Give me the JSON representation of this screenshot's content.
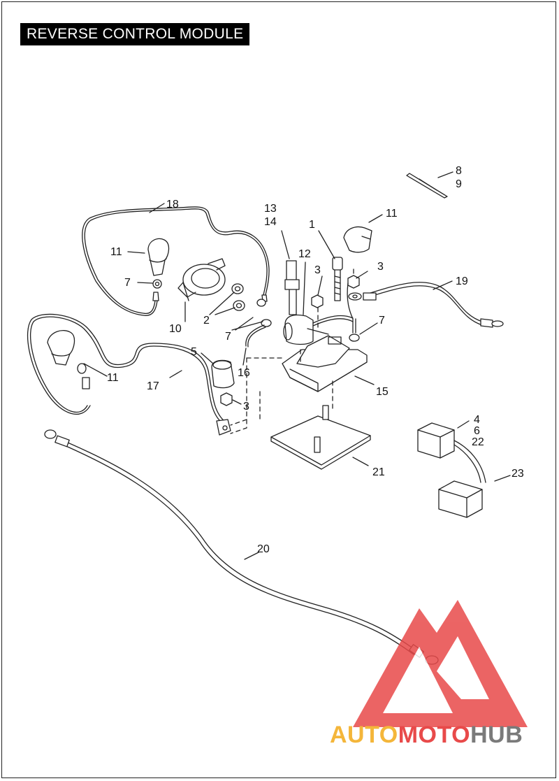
{
  "title": "REVERSE CONTROL MODULE",
  "watermark": {
    "part1": "AUTO",
    "part2": "MOTO",
    "part3": "HUB"
  },
  "labels": {
    "l1": "1",
    "l2": "2",
    "l3a": "3",
    "l3b": "3",
    "l3c": "3",
    "l4": "4",
    "l5": "5",
    "l6": "6",
    "l7a": "7",
    "l7b": "7",
    "l7c": "7",
    "l8": "8",
    "l9": "9",
    "l10": "10",
    "l11a": "11",
    "l11b": "11",
    "l11c": "11",
    "l12": "12",
    "l13": "13",
    "l14": "14",
    "l15": "15",
    "l16": "16",
    "l17": "17",
    "l18": "18",
    "l19": "19",
    "l20": "20",
    "l21": "21",
    "l22": "22",
    "l23": "23"
  },
  "colors": {
    "line": "#222222",
    "watermark_red": "#e84a4a",
    "watermark_orange": "#f4b63a",
    "watermark_gray": "#7a7a7a"
  }
}
